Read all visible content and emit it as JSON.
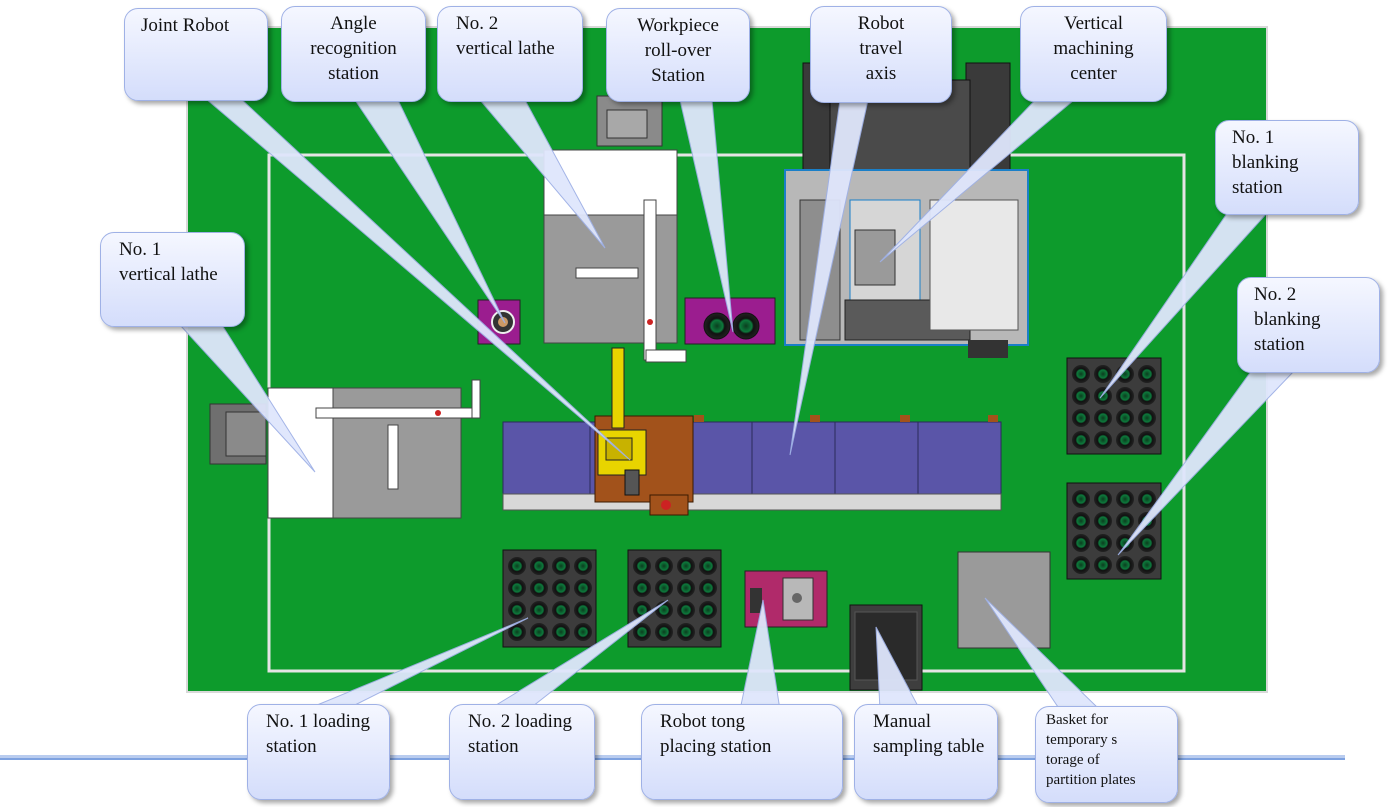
{
  "labels": {
    "joint_robot": "Joint Robot",
    "angle_recognition": "Angle\nrecognition\nstation",
    "vertical_lathe_2": "No. 2\nvertical lathe",
    "rollover": "Workpiece\nroll-over\nStation",
    "travel_axis": "Robot\ntravel\naxis",
    "vmc": "Vertical\nmachining\ncenter",
    "blanking_1": "No. 1\nblanking\nstation",
    "blanking_2": "No. 2\nblanking\nstation",
    "vertical_lathe_1": "No. 1\nvertical lathe",
    "loading_1": "No. 1 loading\nstation",
    "loading_2": "No. 2 loading\nstation",
    "tong_placing": "Robot tong\nplacing station",
    "manual_sampling": "Manual\nsampling table",
    "basket": "Basket for\ntemporary s\ntorage of\npartition plates"
  },
  "colors": {
    "floor": "#0d9b2c",
    "rail": "#5a55a8",
    "carriage": "#a2521b",
    "machine_gray": "#9a9a9a",
    "station_magenta": "#9b1d8f",
    "robot_yellow": "#e8d400",
    "callout_fill": "#dbe3fc",
    "callout_border": "#9fb1e6"
  }
}
